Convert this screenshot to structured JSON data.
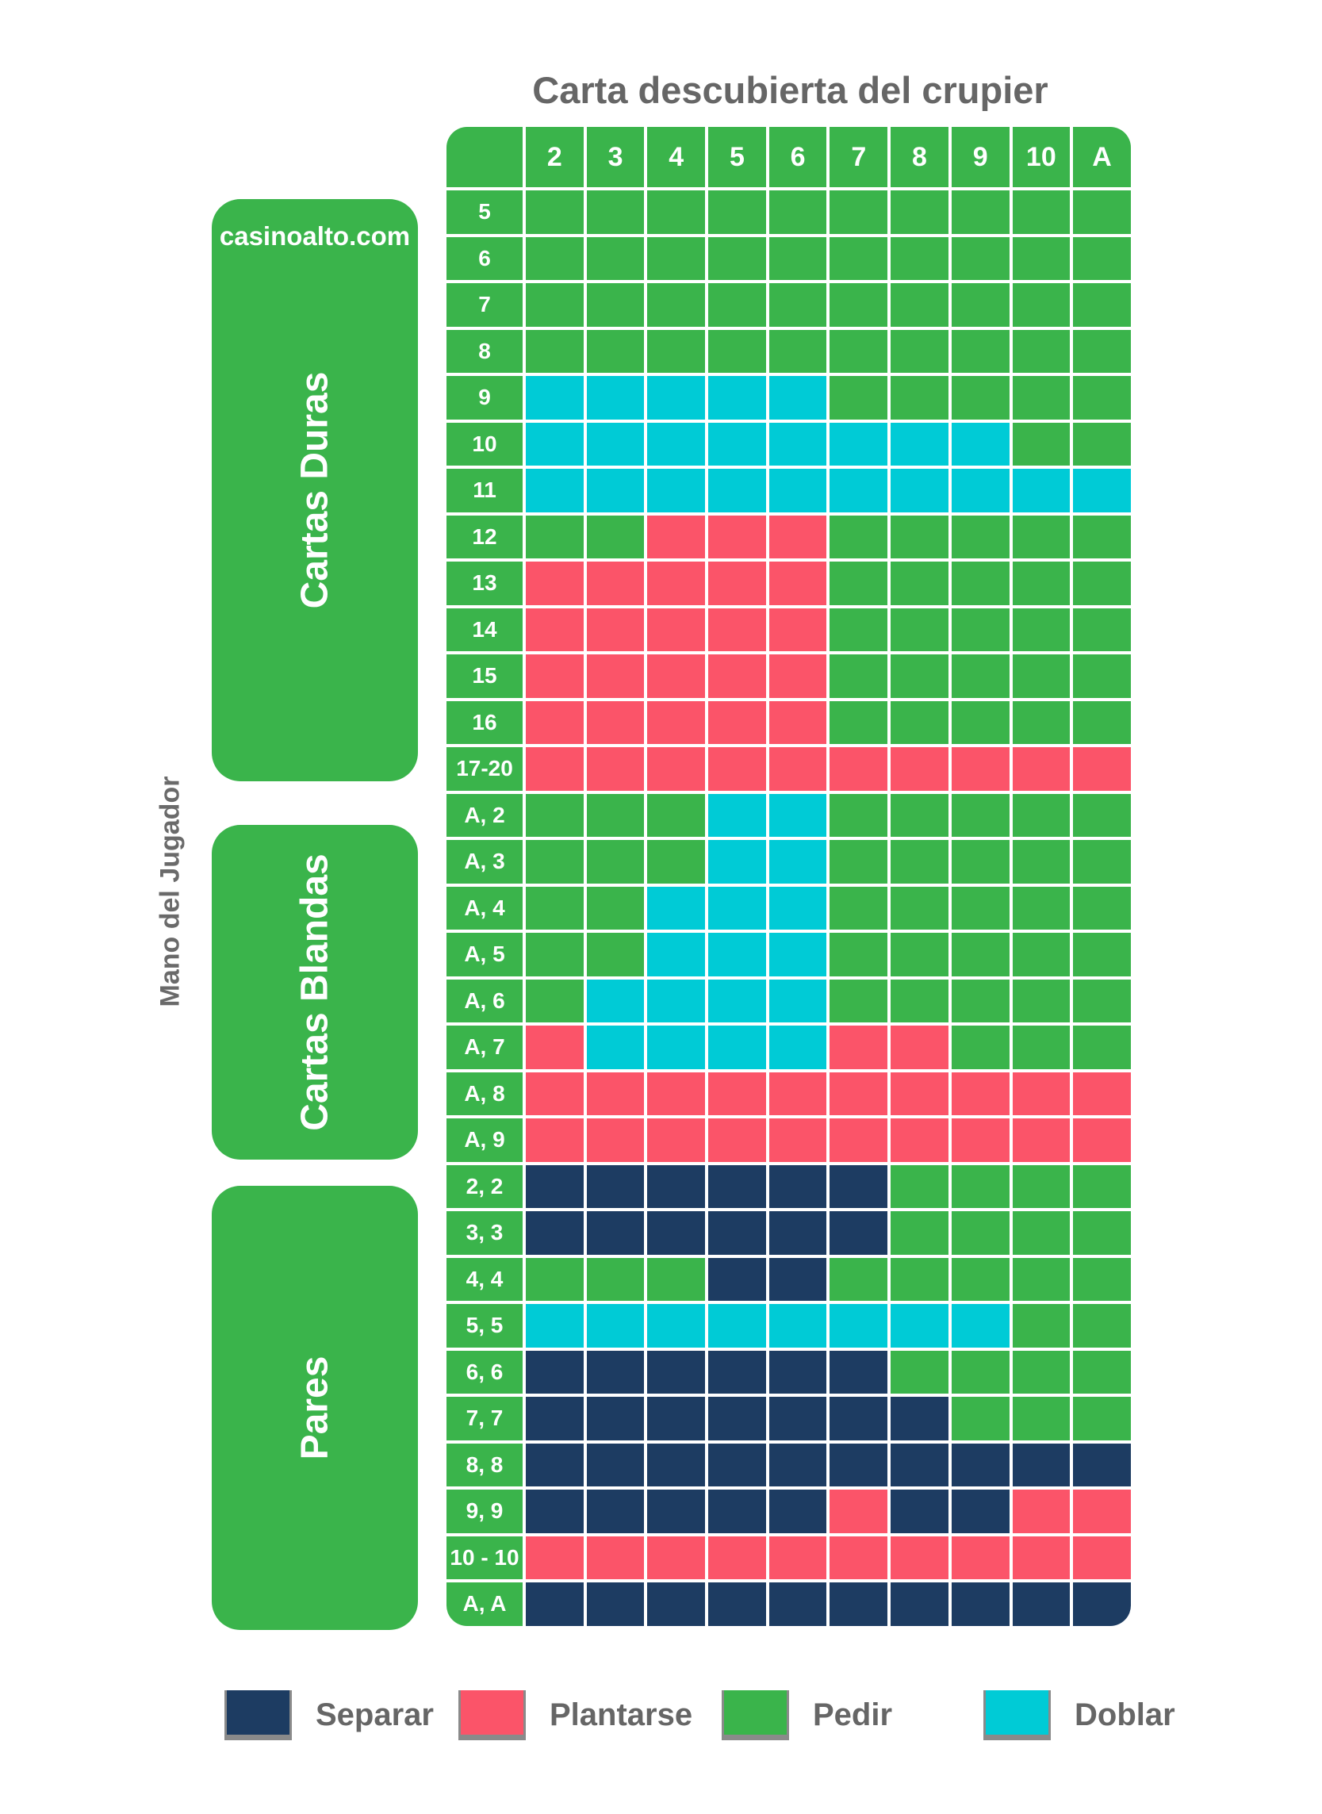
{
  "title": "Carta descubierta del crupier",
  "side_label": "Mano del Jugador",
  "brand": "casinoalto.com",
  "sections": [
    {
      "label": "Cartas Duras"
    },
    {
      "label": "Cartas Blandas"
    },
    {
      "label": "Pares"
    }
  ],
  "chart_data": {
    "type": "heatmap",
    "title": "Carta descubierta del crupier",
    "columns": [
      "2",
      "3",
      "4",
      "5",
      "6",
      "7",
      "8",
      "9",
      "10",
      "A"
    ],
    "colors": {
      "H": "#3ab44b",
      "S": "#fb5469",
      "D": "#00cbd6",
      "P": "#1d3c62"
    },
    "legend": [
      {
        "action": "P",
        "label": "Separar",
        "color": "#1d3c62"
      },
      {
        "action": "S",
        "label": "Plantarse",
        "color": "#fb5469"
      },
      {
        "action": "H",
        "label": "Pedir",
        "color": "#3ab44b"
      },
      {
        "action": "D",
        "label": "Doblar",
        "color": "#00cbd6"
      }
    ],
    "rows": [
      {
        "label": "5",
        "section": "Cartas Duras",
        "actions": "HHHHHHHHHH"
      },
      {
        "label": "6",
        "section": "Cartas Duras",
        "actions": "HHHHHHHHHH"
      },
      {
        "label": "7",
        "section": "Cartas Duras",
        "actions": "HHHHHHHHHH"
      },
      {
        "label": "8",
        "section": "Cartas Duras",
        "actions": "HHHHHHHHHH"
      },
      {
        "label": "9",
        "section": "Cartas Duras",
        "actions": "DDDDDHHHHH"
      },
      {
        "label": "10",
        "section": "Cartas Duras",
        "actions": "DDDDDDDDHH"
      },
      {
        "label": "11",
        "section": "Cartas Duras",
        "actions": "DDDDDDDDDD"
      },
      {
        "label": "12",
        "section": "Cartas Duras",
        "actions": "HHSSSHHHHH"
      },
      {
        "label": "13",
        "section": "Cartas Duras",
        "actions": "SSSSSHHHHH"
      },
      {
        "label": "14",
        "section": "Cartas Duras",
        "actions": "SSSSSHHHHH"
      },
      {
        "label": "15",
        "section": "Cartas Duras",
        "actions": "SSSSSHHHHH"
      },
      {
        "label": "16",
        "section": "Cartas Duras",
        "actions": "SSSSSHHHHH"
      },
      {
        "label": "17-20",
        "section": "Cartas Duras",
        "actions": "SSSSSSSSSS"
      },
      {
        "label": "A, 2",
        "section": "Cartas Blandas",
        "actions": "HHHDDHHHHH"
      },
      {
        "label": "A, 3",
        "section": "Cartas Blandas",
        "actions": "HHHDDHHHHH"
      },
      {
        "label": "A, 4",
        "section": "Cartas Blandas",
        "actions": "HHDDDHHHHH"
      },
      {
        "label": "A, 5",
        "section": "Cartas Blandas",
        "actions": "HHDDDHHHHH"
      },
      {
        "label": "A, 6",
        "section": "Cartas Blandas",
        "actions": "HDDDDHHHHH"
      },
      {
        "label": "A, 7",
        "section": "Cartas Blandas",
        "actions": "SDDDDSSHHH"
      },
      {
        "label": "A, 8",
        "section": "Cartas Blandas",
        "actions": "SSSSSSSSSS"
      },
      {
        "label": "A, 9",
        "section": "Cartas Blandas",
        "actions": "SSSSSSSSSS"
      },
      {
        "label": "2, 2",
        "section": "Pares",
        "actions": "PPPPPPHHHH"
      },
      {
        "label": "3, 3",
        "section": "Pares",
        "actions": "PPPPPPHHHH"
      },
      {
        "label": "4, 4",
        "section": "Pares",
        "actions": "HHHPPHHHHH"
      },
      {
        "label": "5, 5",
        "section": "Pares",
        "actions": "DDDDDDDDHH"
      },
      {
        "label": "6, 6",
        "section": "Pares",
        "actions": "PPPPPPHHHH"
      },
      {
        "label": "7, 7",
        "section": "Pares",
        "actions": "PPPPPPPHHH"
      },
      {
        "label": "8, 8",
        "section": "Pares",
        "actions": "PPPPPPPPPP"
      },
      {
        "label": "9, 9",
        "section": "Pares",
        "actions": "PPPPPSPPSS"
      },
      {
        "label": "10 - 10",
        "section": "Pares",
        "actions": "SSSSSSSSSS"
      },
      {
        "label": "A, A",
        "section": "Pares",
        "actions": "PPPPPPPPPP"
      }
    ],
    "legend_x": [
      283,
      578,
      910,
      1240
    ]
  }
}
